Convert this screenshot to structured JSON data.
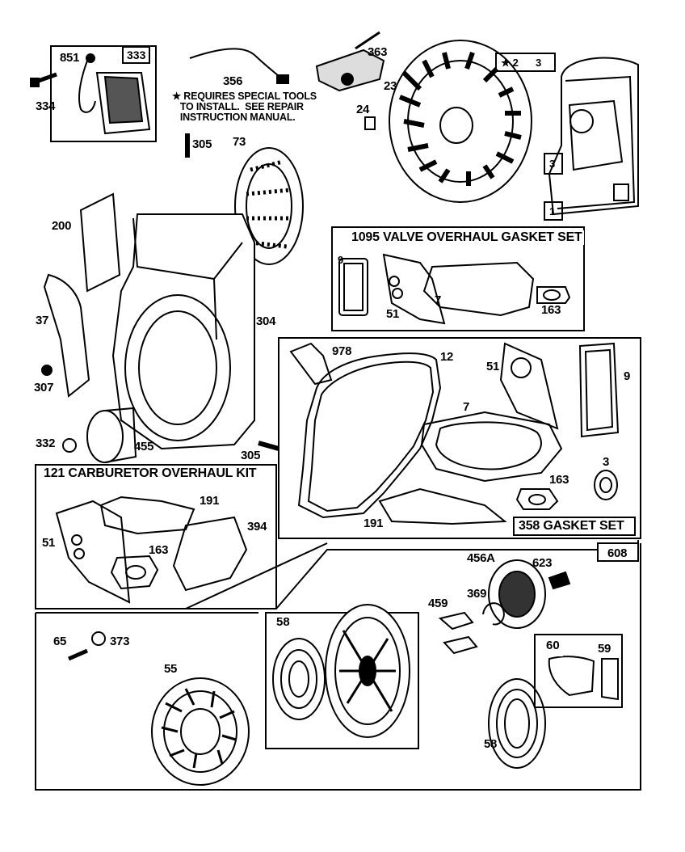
{
  "labels": {
    "p851": "851",
    "p333": "333",
    "p334": "334",
    "p356": "356",
    "p363": "363",
    "p23": "23",
    "p24": "24",
    "p305a": "305",
    "p73": "73",
    "star2": "★ 2",
    "p3a": "3",
    "p3b": "3",
    "p1": "1",
    "p200": "200",
    "p37": "37",
    "p307": "307",
    "p304": "304",
    "p332": "332",
    "p455": "455",
    "p305b": "305",
    "p9a": "9",
    "p51a": "51",
    "p7a": "7",
    "p163a": "163",
    "p978": "978",
    "p12": "12",
    "p51b": "51",
    "p9b": "9",
    "p7b": "7",
    "p163b": "163",
    "p3c": "3",
    "p191a": "191",
    "p51c": "51",
    "p191b": "191",
    "p394": "394",
    "p163c": "163",
    "p608": "608",
    "p456a": "456A",
    "p623": "623",
    "p369": "369",
    "p459": "459",
    "p65": "65",
    "p373": "373",
    "p58a": "58",
    "p60": "60",
    "p59": "59",
    "p55": "55",
    "p58b": "58"
  },
  "note": "★ REQUIRES SPECIAL TOOLS\n   TO INSTALL.  SEE REPAIR\n   INSTRUCTION MANUAL.",
  "kits": {
    "valve": "1095 VALVE OVERHAUL GASKET SET",
    "carb": "121 CARBURETOR OVERHAUL KIT",
    "gasket": "358 GASKET SET"
  }
}
